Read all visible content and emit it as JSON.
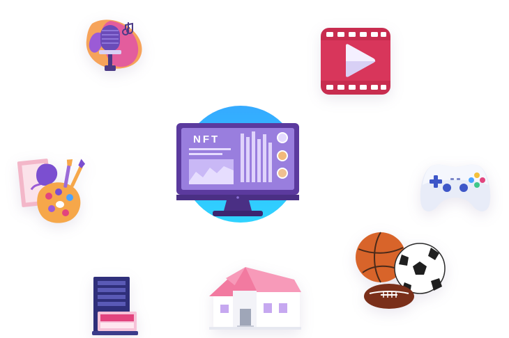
{
  "center": {
    "screen_text": "NFT",
    "icon": "nft-monitor-icon"
  },
  "categories": [
    {
      "name": "music",
      "icon": "microphone-icon"
    },
    {
      "name": "video",
      "icon": "video-play-icon"
    },
    {
      "name": "art",
      "icon": "art-palette-icon"
    },
    {
      "name": "gaming",
      "icon": "gamepad-icon"
    },
    {
      "name": "sports",
      "icon": "sports-balls-icon"
    },
    {
      "name": "real-estate",
      "icon": "house-icon"
    },
    {
      "name": "domains",
      "icon": "server-icon"
    }
  ],
  "colors": {
    "circle": "#3ab3ff",
    "monitor": "#5b3a9e",
    "screen": "#b7a2ec",
    "film": "#c82c4f",
    "roof": "#f27aa0"
  }
}
